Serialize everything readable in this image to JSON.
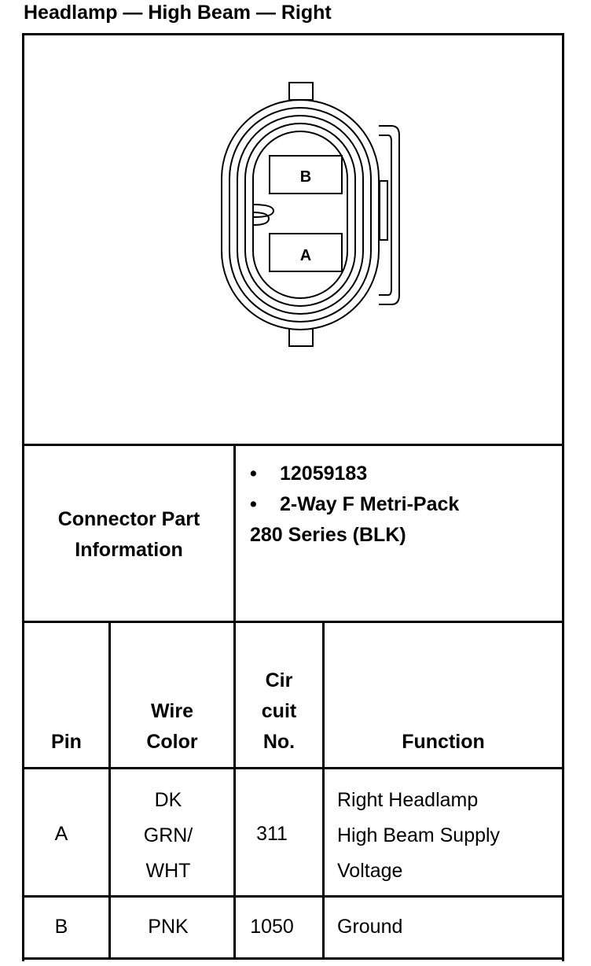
{
  "title": "Headlamp — High Beam — Right",
  "connector_view": {
    "pin_b_label": "B",
    "pin_a_label": "A"
  },
  "part_info": {
    "label_line1": "Connector Part",
    "label_line2": "Information",
    "bullet_char": "•",
    "items": [
      "12059183",
      "2-Way F Metri-Pack"
    ],
    "continuation": "280 Series (BLK)"
  },
  "table": {
    "headers": {
      "pin": "Pin",
      "wire_color": [
        "Wire",
        "Color"
      ],
      "circuit_no": [
        "Cir",
        "cuit",
        "No."
      ],
      "function": "Function"
    },
    "rows": [
      {
        "pin": "A",
        "wire_color": [
          "DK",
          "GRN/",
          "WHT"
        ],
        "circuit": "311",
        "function": [
          "Right Headlamp",
          "High Beam Supply",
          "Voltage"
        ]
      },
      {
        "pin": "B",
        "wire_color": [
          "PNK"
        ],
        "circuit": "1050",
        "function": [
          "Ground"
        ]
      }
    ]
  }
}
